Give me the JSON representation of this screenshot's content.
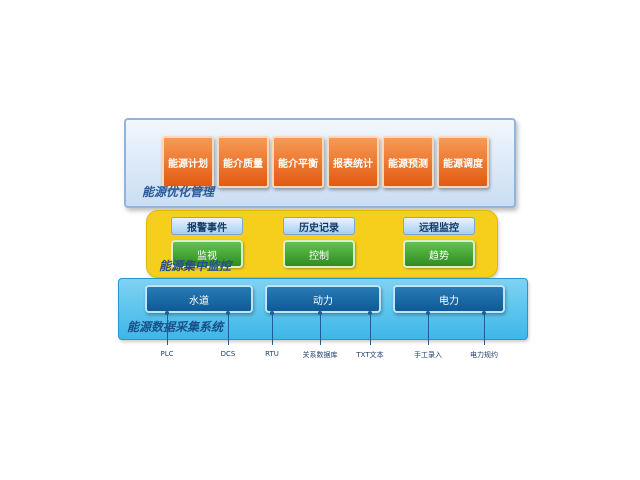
{
  "layers": {
    "optimization": {
      "label": "能源优化管理",
      "modules": [
        "能源计划",
        "能介质量",
        "能介平衡",
        "报表统计",
        "能源预测",
        "能源调度"
      ]
    },
    "monitoring": {
      "label": "能源集中监控",
      "columns": [
        {
          "header": "报警事件",
          "item": "监视"
        },
        {
          "header": "历史记录",
          "item": "控制"
        },
        {
          "header": "远程监控",
          "item": "趋势"
        }
      ]
    },
    "acquisition": {
      "label": "能源数据采集系统",
      "groups": [
        "水道",
        "动力",
        "电力"
      ]
    }
  },
  "sources": [
    "PLC",
    "DCS",
    "RTU",
    "关系数据库",
    "TXT文本",
    "手工录入",
    "电力规约"
  ],
  "colors": {
    "optimization_bg": "#c9ddf3",
    "module_orange": "#e25a12",
    "monitoring_bg": "#f6cf1c",
    "header_blue": "#a8cdef",
    "item_green": "#2f8c22",
    "acquisition_bg": "#3db7e8",
    "group_dark_blue": "#0d5a96"
  }
}
